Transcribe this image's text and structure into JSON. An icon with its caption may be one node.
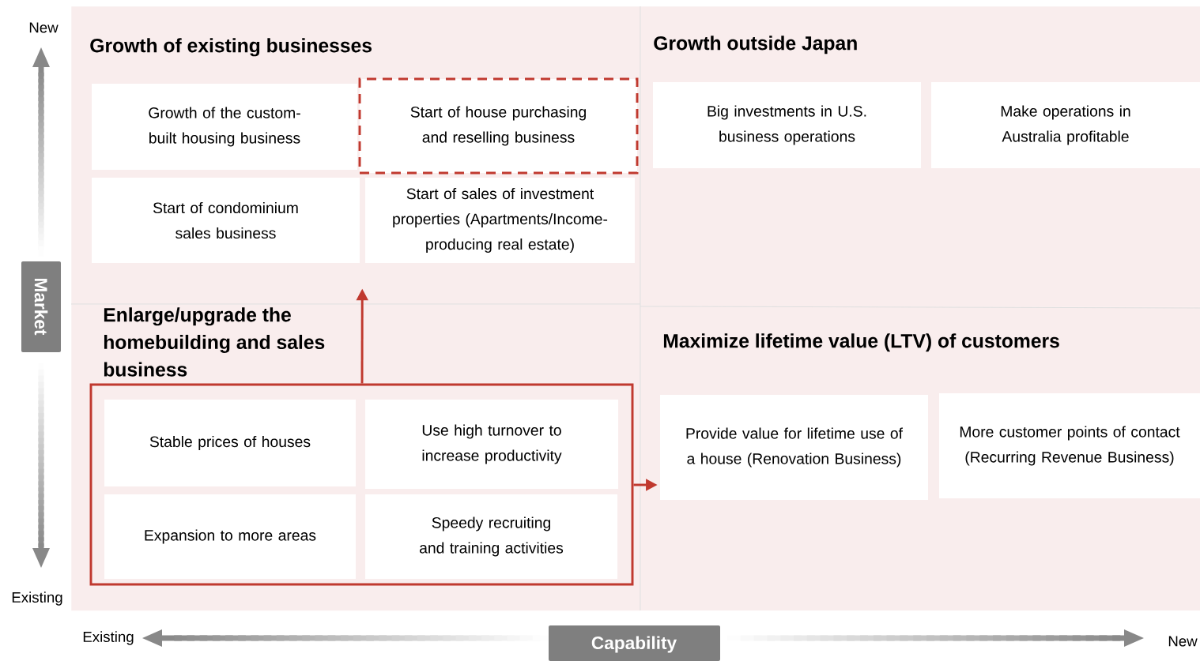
{
  "diagram": {
    "nodes": [
      {
        "text": [
          "Growth of existing businesses"
        ]
      },
      {
        "text": [
          "Growth of the custom-built housing business"
        ],
        "in": 0
      },
      {
        "text": [
          "Start of house purchasing and reselling business"
        ],
        "in": 0
      },
      {
        "text": [
          "Start of condominium sales business"
        ],
        "in": 0
      },
      {
        "text": [
          "Start of sales of investment properties (Apartments/Income-producing real estate)"
        ],
        "in": 0
      },
      {
        "text": [
          "Growth outside Japan"
        ]
      },
      {
        "text": [
          "Big investments in U.S. business operations"
        ],
        "in": 5
      },
      {
        "text": [
          "Make operations in Australia profitable"
        ],
        "in": 5
      },
      {
        "text": [
          "Enlarge/upgrade the homebuilding and sales business"
        ]
      },
      {
        "text": [],
        "shape": "box",
        "in": 8
      },
      {
        "text": [
          "Stable prices of houses"
        ],
        "in": 9
      },
      {
        "text": [
          "Use high turnover to increase productivity"
        ],
        "in": 9
      },
      {
        "text": [
          "Expansion to more areas"
        ],
        "in": 9
      },
      {
        "text": [
          "Speedy recruiting and training activities"
        ],
        "in": 9
      },
      {
        "text": [
          "Maximize lifetime value (LTV) of customers"
        ]
      },
      {
        "text": [
          "Provide value for lifetime use of a house (Renovation Business)"
        ],
        "in": 14
      },
      {
        "text": [
          "More customer points of contact (Recurring Revenue Business)"
        ],
        "in": 14
      }
    ],
    "edges": [
      {
        "from": 9,
        "to": 0,
        "arrow": "to"
      },
      {
        "from": 9,
        "to": 15,
        "arrow": "to"
      }
    ],
    "labels": [
      "New",
      "Market",
      "Existing",
      "Existing",
      "Capability",
      "New"
    ]
  }
}
